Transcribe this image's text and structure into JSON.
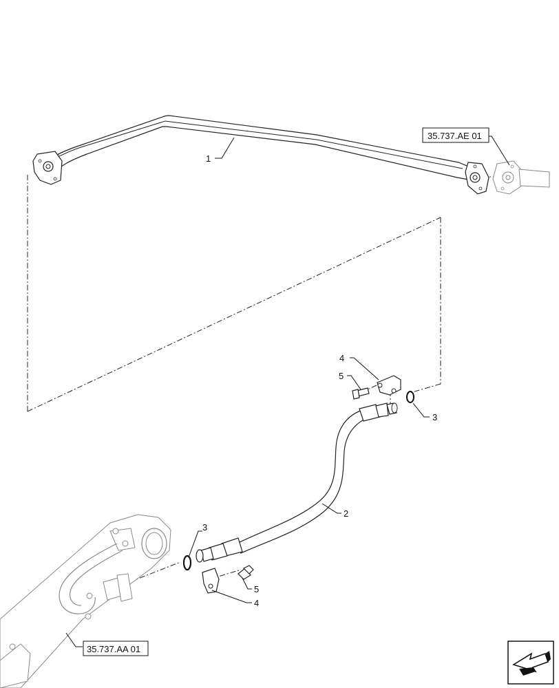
{
  "callouts": {
    "c1": "1",
    "c2": "2",
    "c3a": "3",
    "c3b": "3",
    "c4a": "4",
    "c4b": "4",
    "c5a": "5",
    "c5b": "5"
  },
  "references": {
    "top_right": "35.737.AE 01",
    "bottom_left": "35.737.AA 01"
  },
  "icons": {
    "nav": "arrow-previous-icon"
  }
}
